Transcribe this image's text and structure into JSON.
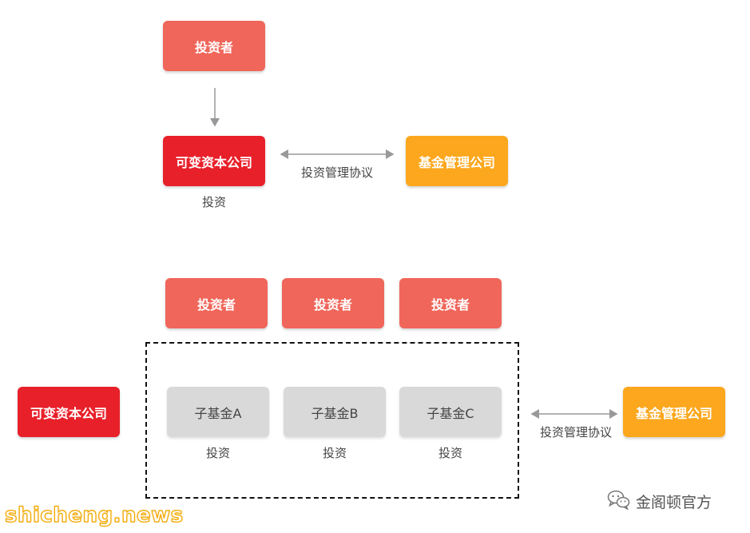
{
  "diagram1": {
    "investor": "投资者",
    "vcc": "可变资本公司",
    "fund_manager": "基金管理公司",
    "agreement_label": "投资管理协议",
    "invest_label": "投资"
  },
  "diagram2": {
    "investors": [
      "投资者",
      "投资者",
      "投资者"
    ],
    "vcc": "可变资本公司",
    "subfunds": [
      "子基金A",
      "子基金B",
      "子基金C"
    ],
    "invest_labels": [
      "投资",
      "投资",
      "投资"
    ],
    "fund_manager": "基金管理公司",
    "agreement_label": "投资管理协议"
  },
  "watermarks": {
    "site": "shicheng.news",
    "account": "金阁顿官方",
    "account_icon": "wechat-icon"
  },
  "colors": {
    "investor": "#f0665a",
    "vcc": "#e8202a",
    "fund_manager": "#fca71d",
    "subfund": "#d9d9d9",
    "arrow": "#999999"
  }
}
